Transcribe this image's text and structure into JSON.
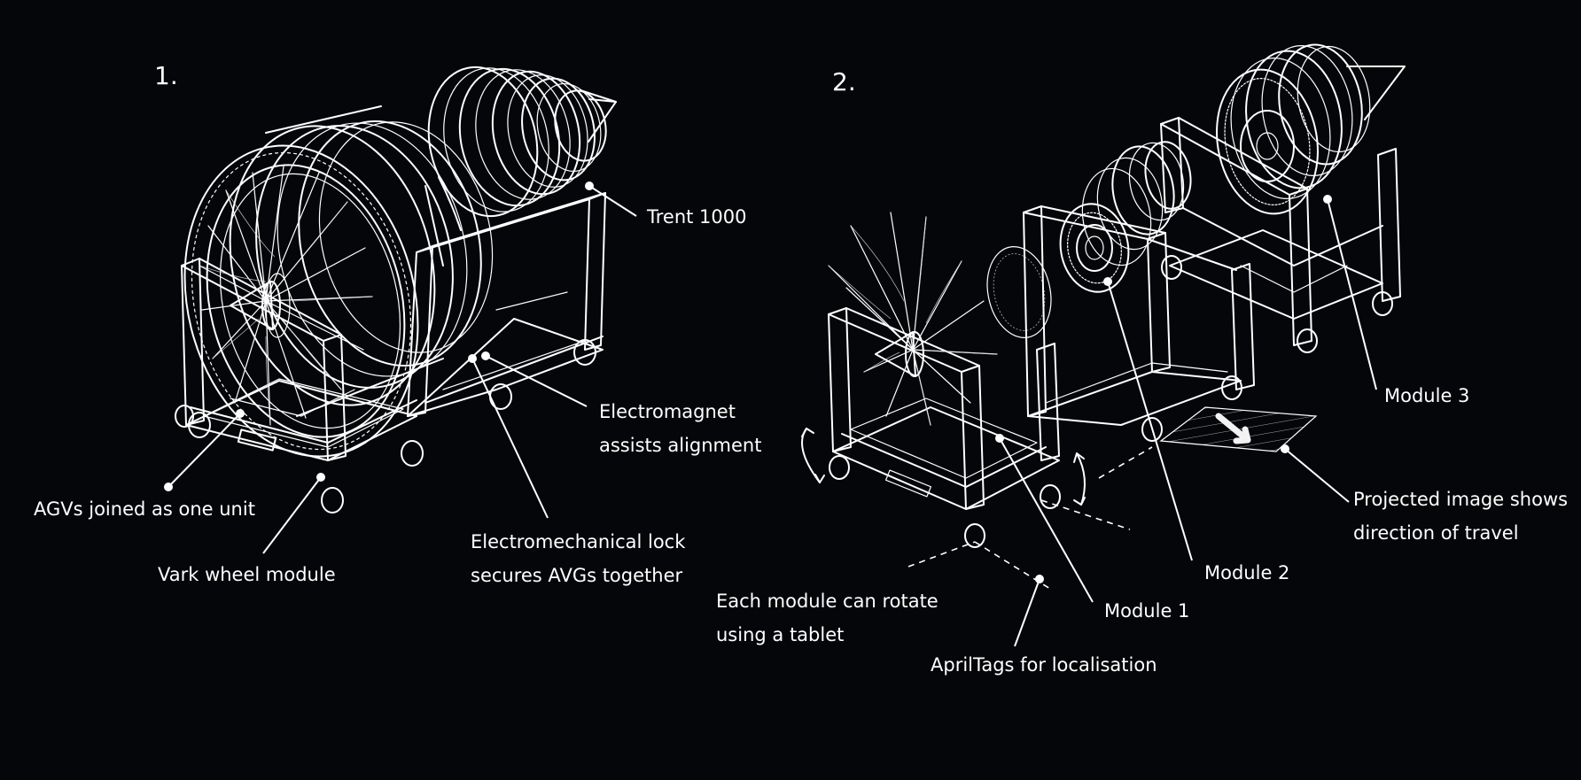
{
  "steps": {
    "one": "1.",
    "two": "2."
  },
  "labels": {
    "trent": "Trent 1000",
    "electromagnet_line1": "Electromagnet",
    "electromagnet_line2": "assists alignment",
    "agvs_joined": "AGVs joined as one unit",
    "vark_wheel": "Vark wheel module",
    "lock_line1": "Electromechanical lock",
    "lock_line2": "secures AVGs together",
    "module3": "Module 3",
    "projected_line1": "Projected image shows",
    "projected_line2": "direction of travel",
    "module2": "Module 2",
    "module1": "Module 1",
    "rotate_line1": "Each module can rotate",
    "rotate_line2": "using a tablet",
    "apriltags": "AprilTags for localisation"
  },
  "colors": {
    "background": "#05060a",
    "line": "#ffffff"
  }
}
